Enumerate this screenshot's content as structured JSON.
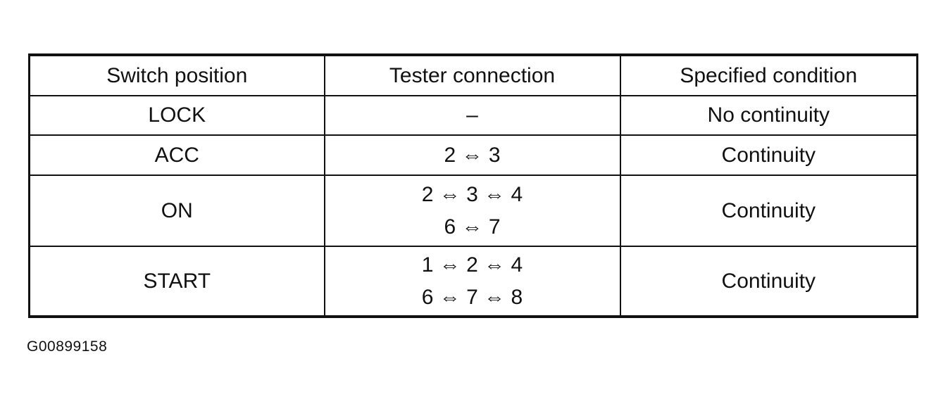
{
  "table": {
    "headers": [
      "Switch position",
      "Tester connection",
      "Specified condition"
    ],
    "rows": [
      {
        "position": "LOCK",
        "connections": [
          "–"
        ],
        "condition": "No continuity"
      },
      {
        "position": "ACC",
        "connections": [
          "2 ⇔ 3"
        ],
        "condition": "Continuity"
      },
      {
        "position": "ON",
        "connections": [
          "2 ⇔ 3 ⇔ 4",
          "6 ⇔ 7"
        ],
        "condition": "Continuity"
      },
      {
        "position": "START",
        "connections": [
          "1 ⇔ 2 ⇔ 4",
          "6 ⇔ 7 ⇔ 8"
        ],
        "condition": "Continuity"
      }
    ]
  },
  "figure_code": "G00899158"
}
